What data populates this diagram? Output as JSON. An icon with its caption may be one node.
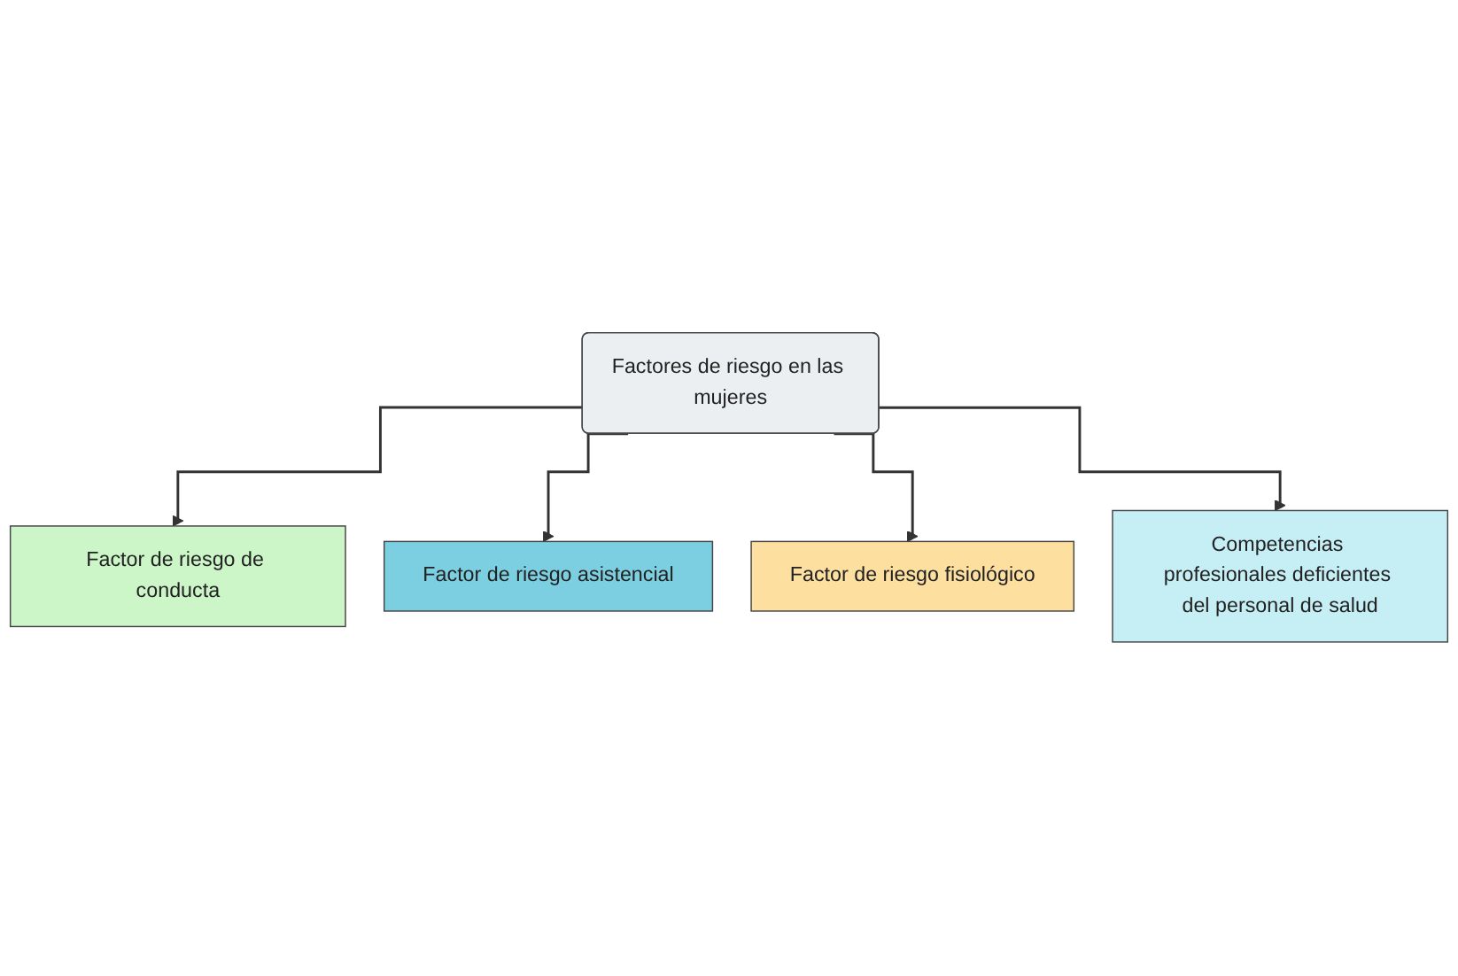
{
  "diagram": {
    "nodes": [
      {
        "text": [
          "Factor de riesgo de conducta"
        ]
      },
      {
        "text": [
          "Factor de riesgo asistencial"
        ]
      },
      {
        "text": [
          "Factores de riesgo en las mujeres"
        ]
      },
      {
        "text": [
          "Factor de riesgo fisiológico"
        ]
      },
      {
        "text": [
          "Competencias profesionales deficientes del personal de salud"
        ]
      }
    ],
    "edges": [
      {
        "from": 2,
        "to": 0,
        "arrow": "to"
      },
      {
        "from": 2,
        "to": 1,
        "arrow": "to"
      },
      {
        "from": 2,
        "to": 3,
        "arrow": "to"
      },
      {
        "from": 2,
        "to": 4,
        "arrow": "to"
      }
    ]
  }
}
